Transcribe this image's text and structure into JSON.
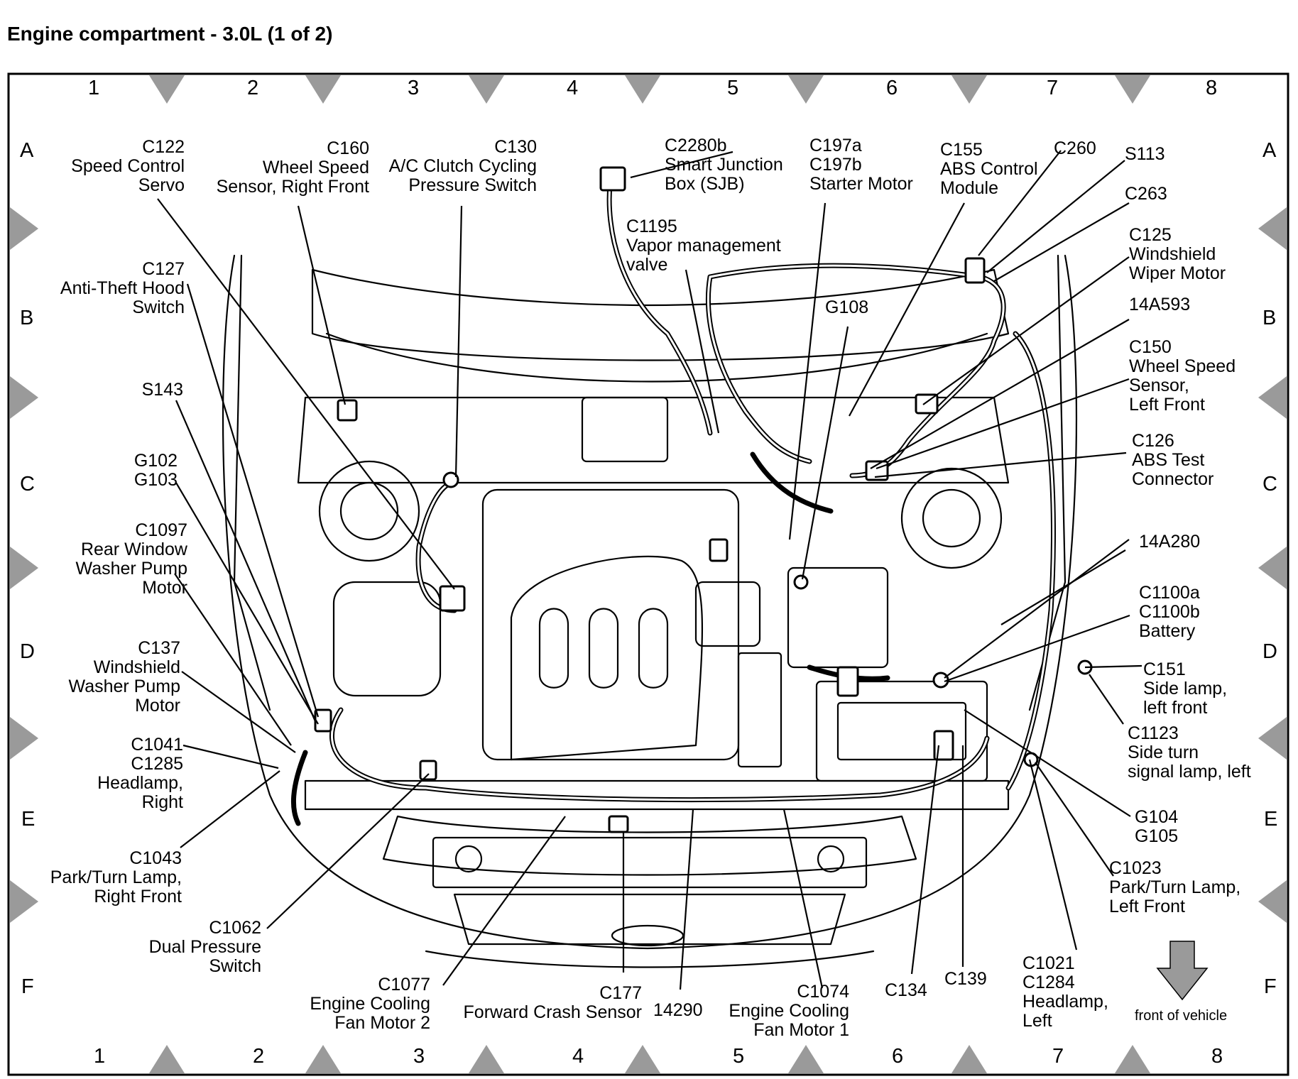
{
  "title": "Engine compartment - 3.0L (1 of 2)",
  "grid": {
    "columns": [
      "1",
      "2",
      "3",
      "4",
      "5",
      "6",
      "7",
      "8"
    ],
    "rows": [
      "A",
      "B",
      "C",
      "D",
      "E",
      "F"
    ]
  },
  "callouts": {
    "c122": [
      "C122",
      "Speed Control",
      "Servo"
    ],
    "c160": [
      "C160",
      "Wheel Speed",
      "Sensor, Right Front"
    ],
    "c130": [
      "C130",
      "A/C Clutch Cycling",
      "Pressure Switch"
    ],
    "c2280b": [
      "C2280b",
      "Smart Junction",
      "Box (SJB)"
    ],
    "c197": [
      "C197a",
      "C197b",
      "Starter Motor"
    ],
    "c155": [
      "C155",
      "ABS Control",
      "Module"
    ],
    "c260": [
      "C260"
    ],
    "s113": [
      "S113"
    ],
    "c263": [
      "C263"
    ],
    "c1195": [
      "C1195",
      "Vapor management",
      "valve"
    ],
    "c125": [
      "C125",
      "Windshield",
      "Wiper Motor"
    ],
    "c127": [
      "C127",
      "Anti-Theft Hood",
      "Switch"
    ],
    "g108": [
      "G108"
    ],
    "a14a593": [
      "14A593"
    ],
    "c150": [
      "C150",
      "Wheel Speed",
      "Sensor,",
      "Left Front"
    ],
    "s143": [
      "S143"
    ],
    "c126": [
      "C126",
      "ABS Test",
      "Connector"
    ],
    "g102": [
      "G102",
      "G103"
    ],
    "c1097": [
      "C1097",
      "Rear Window",
      "Washer Pump",
      "Motor"
    ],
    "a14a280": [
      "14A280"
    ],
    "c1100": [
      "C1100a",
      "C1100b",
      "Battery"
    ],
    "c137": [
      "C137",
      "Windshield",
      "Washer Pump",
      "Motor"
    ],
    "c151": [
      "C151",
      "Side lamp,",
      "left front"
    ],
    "c1041": [
      "C1041",
      "C1285",
      "Headlamp,",
      "Right"
    ],
    "c1123": [
      "C1123",
      "Side turn",
      "signal lamp, left"
    ],
    "g104": [
      "G104",
      "G105"
    ],
    "c1043": [
      "C1043",
      "Park/Turn Lamp,",
      "Right Front"
    ],
    "c1023": [
      "C1023",
      "Park/Turn Lamp,",
      "Left Front"
    ],
    "c1062": [
      "C1062",
      "Dual Pressure",
      "Switch"
    ],
    "c1021": [
      "C1021",
      "C1284",
      "Headlamp,",
      "Left"
    ],
    "c1077": [
      "C1077",
      "Engine Cooling",
      "Fan Motor 2"
    ],
    "c177": [
      "C177",
      "Forward Crash Sensor"
    ],
    "a14290": [
      "14290"
    ],
    "c1074": [
      "C1074",
      "Engine Cooling",
      "Fan Motor 1"
    ],
    "c134": [
      "C134"
    ],
    "c139": [
      "C139"
    ]
  },
  "front_of_vehicle": "front of vehicle"
}
